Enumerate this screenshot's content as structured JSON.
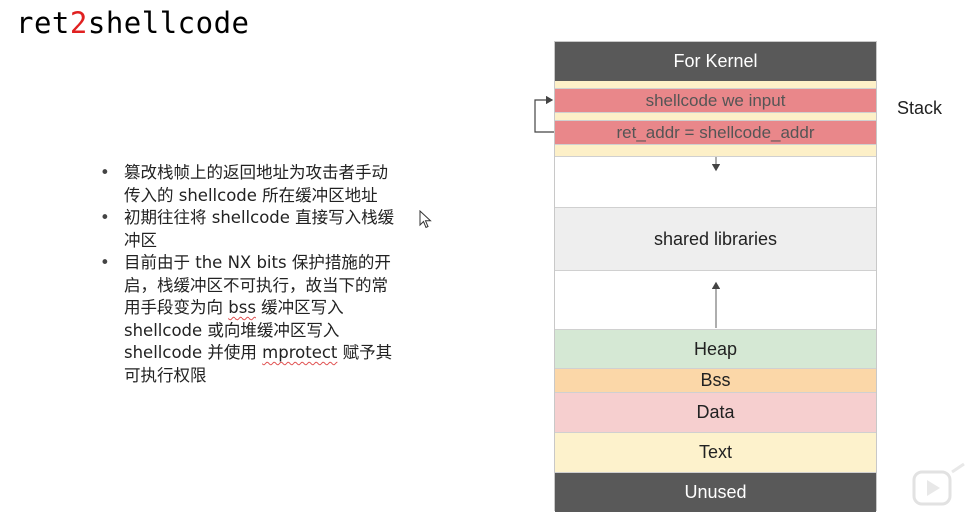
{
  "slide": {
    "title_prefix": "ret",
    "title_digit": "2",
    "title_suffix": "shellcode"
  },
  "bullets": [
    {
      "text_before": "篡改栈帧上的返回地址为攻击者手动传入的 shellcode 所在缓冲区地址"
    },
    {
      "text_before": "初期往往将 shellcode 直接写入栈缓冲区"
    },
    {
      "text_before": "目前由于 the NX bits 保护措施的开启，栈缓冲区不可执行，故当下的常用手段变为向 ",
      "squiggle_1": "bss",
      "text_middle": " 缓冲区写入 shellcode 或向堆缓冲区写入 shellcode 并使用 ",
      "squiggle_2": "mprotect",
      "text_after": " 赋予其可执行权限"
    }
  ],
  "memory_layout": {
    "kernel": "For Kernel",
    "shellcode": "shellcode we input",
    "ret_addr": "ret_addr = shellcode_addr",
    "shared_libraries": "shared libraries",
    "heap": "Heap",
    "bss": "Bss",
    "data": "Data",
    "text": "Text",
    "unused": "Unused",
    "stack_label": "Stack"
  },
  "colors": {
    "title_accent": "#e02020",
    "kernel_bg": "#595959",
    "stack_frame_red": "#e9878a",
    "heap_green": "#d5e8d4",
    "bss_orange": "#fbd7a8",
    "data_pink": "#f6cfcf",
    "text_yellow": "#fdf2cc"
  }
}
